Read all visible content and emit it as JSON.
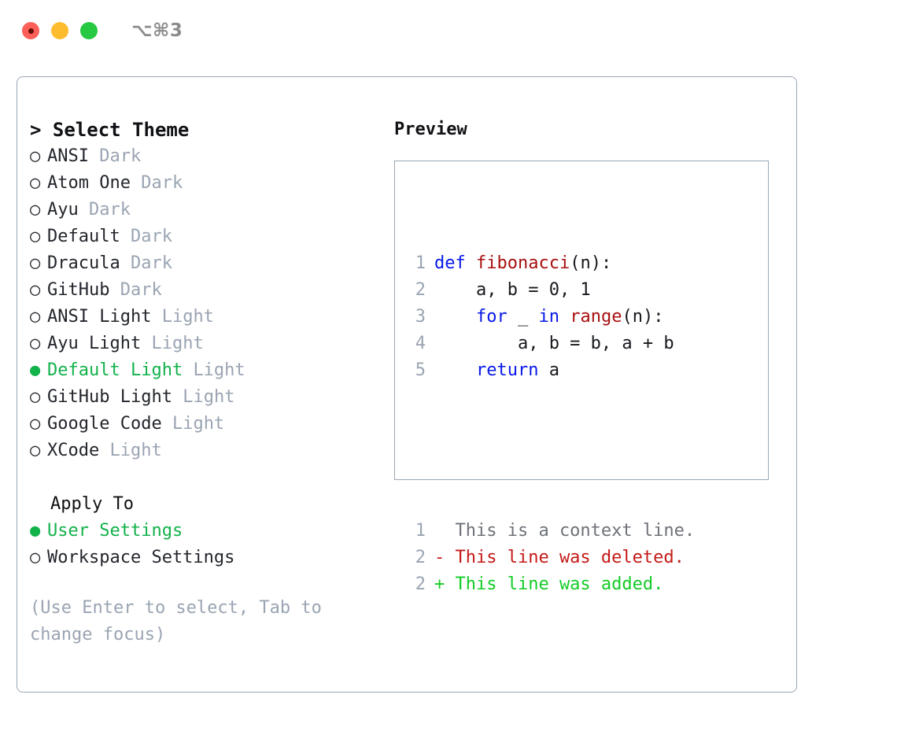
{
  "titlebar": {
    "shortcut": "⌥⌘3",
    "buttons": {
      "close": "close",
      "minimize": "minimize",
      "zoom": "zoom"
    }
  },
  "colors": {
    "accent_green": "#12b24a",
    "muted": "#9aa4b2",
    "border": "#9aa6b5",
    "keyword_blue": "#0718e8",
    "function_red": "#a81010",
    "diff_add": "#13cc26",
    "diff_del": "#c41a17",
    "diff_ctx": "#6e7278"
  },
  "theme_list": {
    "header": "> Select Theme",
    "items": [
      {
        "marker": "○",
        "name": "ANSI",
        "tag": "Dark",
        "selected": false
      },
      {
        "marker": "○",
        "name": "Atom One",
        "tag": "Dark",
        "selected": false
      },
      {
        "marker": "○",
        "name": "Ayu",
        "tag": "Dark",
        "selected": false
      },
      {
        "marker": "○",
        "name": "Default",
        "tag": "Dark",
        "selected": false
      },
      {
        "marker": "○",
        "name": "Dracula",
        "tag": "Dark",
        "selected": false
      },
      {
        "marker": "○",
        "name": "GitHub",
        "tag": "Dark",
        "selected": false
      },
      {
        "marker": "○",
        "name": "ANSI Light",
        "tag": "Light",
        "selected": false
      },
      {
        "marker": "○",
        "name": "Ayu Light",
        "tag": "Light",
        "selected": false
      },
      {
        "marker": "●",
        "name": "Default Light",
        "tag": "Light",
        "selected": true
      },
      {
        "marker": "○",
        "name": "GitHub Light",
        "tag": "Light",
        "selected": false
      },
      {
        "marker": "○",
        "name": "Google Code",
        "tag": "Light",
        "selected": false
      },
      {
        "marker": "○",
        "name": "XCode",
        "tag": "Light",
        "selected": false
      }
    ]
  },
  "apply_to": {
    "header": "Apply To",
    "items": [
      {
        "marker": "●",
        "label": "User Settings",
        "selected": true
      },
      {
        "marker": "○",
        "label": "Workspace Settings",
        "selected": false
      }
    ]
  },
  "hint": "(Use Enter to select, Tab to change focus)",
  "preview": {
    "title": "Preview",
    "code_lines": [
      {
        "num": "1",
        "tokens": [
          {
            "t": "def ",
            "c": "kw"
          },
          {
            "t": "fibonacci",
            "c": "fn"
          },
          {
            "t": "(n):",
            "c": "plain"
          }
        ]
      },
      {
        "num": "2",
        "tokens": [
          {
            "t": "    a, b = 0, 1",
            "c": "plain"
          }
        ]
      },
      {
        "num": "3",
        "tokens": [
          {
            "t": "    ",
            "c": "plain"
          },
          {
            "t": "for",
            "c": "kw"
          },
          {
            "t": " _ ",
            "c": "plain"
          },
          {
            "t": "in",
            "c": "kw"
          },
          {
            "t": " ",
            "c": "plain"
          },
          {
            "t": "range",
            "c": "fn"
          },
          {
            "t": "(n):",
            "c": "plain"
          }
        ]
      },
      {
        "num": "4",
        "tokens": [
          {
            "t": "        a, b = b, a + b",
            "c": "plain"
          }
        ]
      },
      {
        "num": "5",
        "tokens": [
          {
            "t": "    ",
            "c": "plain"
          },
          {
            "t": "return",
            "c": "kw"
          },
          {
            "t": " a",
            "c": "plain"
          }
        ]
      }
    ],
    "diff_lines": [
      {
        "num": "1",
        "text": "  This is a context line.",
        "kind": "diff-ctx"
      },
      {
        "num": "2",
        "text": "- This line was deleted.",
        "kind": "diff-del"
      },
      {
        "num": "2",
        "text": "+ This line was added.",
        "kind": "diff-add"
      }
    ]
  }
}
